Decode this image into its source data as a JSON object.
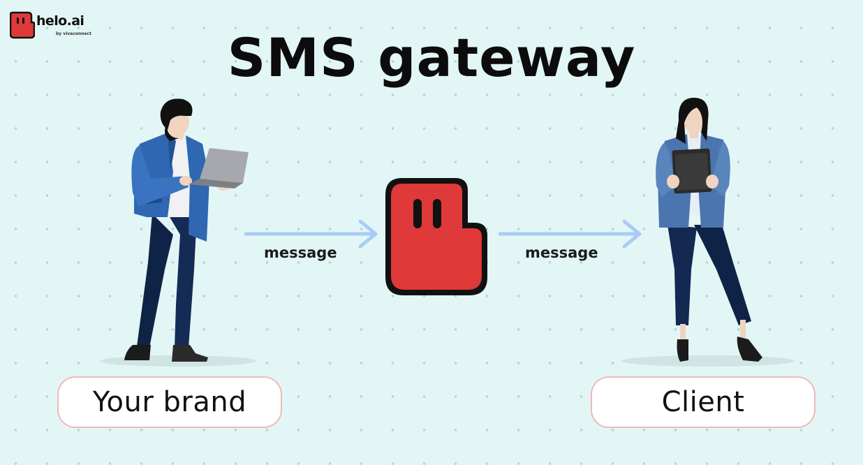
{
  "brand": {
    "name": "helo.ai",
    "tagline": "by vivaconnect",
    "accent_color": "#e0393a"
  },
  "diagram": {
    "title": "SMS gateway",
    "nodes": [
      {
        "id": "sender",
        "label": "Your brand",
        "icon": "man-with-laptop-illustration"
      },
      {
        "id": "gateway",
        "label": "",
        "icon": "helo-ai-hand-logo"
      },
      {
        "id": "receiver",
        "label": "Client",
        "icon": "woman-with-tablet-illustration"
      }
    ],
    "edges": [
      {
        "from": "sender",
        "to": "gateway",
        "label": "message"
      },
      {
        "from": "gateway",
        "to": "receiver",
        "label": "message"
      }
    ]
  }
}
